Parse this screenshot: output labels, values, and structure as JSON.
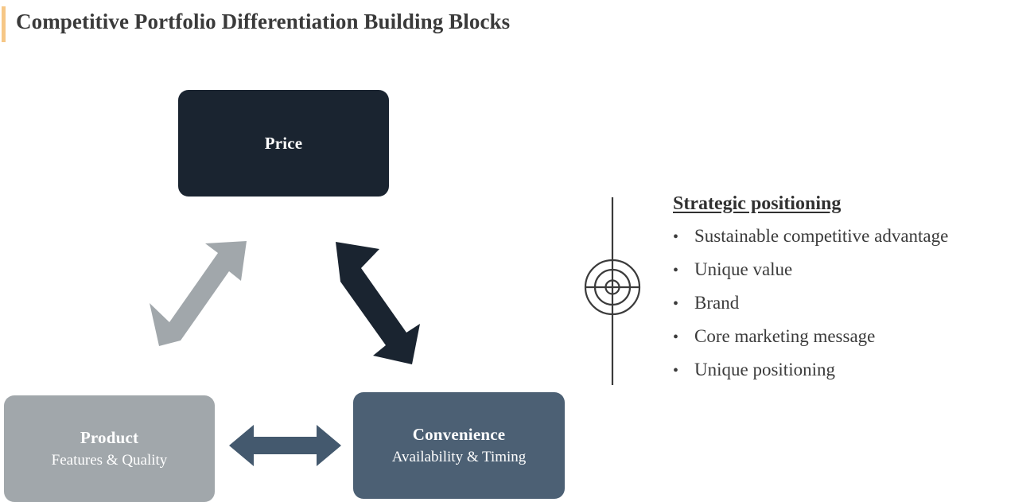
{
  "header": {
    "title": "Competitive Portfolio Differentiation Building Blocks",
    "accent_color": "#F6C786",
    "title_color": "#3a3a3a"
  },
  "diagram": {
    "nodes": [
      {
        "id": "price",
        "title": "Price",
        "subtitle": "",
        "color": "#1A2430",
        "text_color": "#ffffff"
      },
      {
        "id": "product",
        "title": "Product",
        "subtitle": "Features & Quality",
        "color": "#A1A7AB",
        "text_color": "#ffffff"
      },
      {
        "id": "convenience",
        "title": "Convenience",
        "subtitle": "Availability & Timing",
        "color": "#4C6074",
        "text_color": "#ffffff"
      }
    ],
    "connectors": [
      {
        "id": "product-price",
        "name": "product-to-price-arrow",
        "style": "double-headed",
        "color": "#A1A7AB"
      },
      {
        "id": "price-convenience",
        "name": "price-to-convenience-arrow",
        "style": "double-headed",
        "color": "#1A2430"
      },
      {
        "id": "product-convenience",
        "name": "product-to-convenience-arrow",
        "style": "double-headed",
        "color": "#44596E"
      }
    ]
  },
  "target_icon": {
    "name": "target-crosshair-icon",
    "color": "#3b3b3b"
  },
  "strategic": {
    "heading": "Strategic positioning",
    "bullet_glyph": "•",
    "items": [
      "Sustainable competitive advantage",
      "Unique value",
      "Brand",
      "Core marketing message",
      "Unique positioning"
    ]
  }
}
